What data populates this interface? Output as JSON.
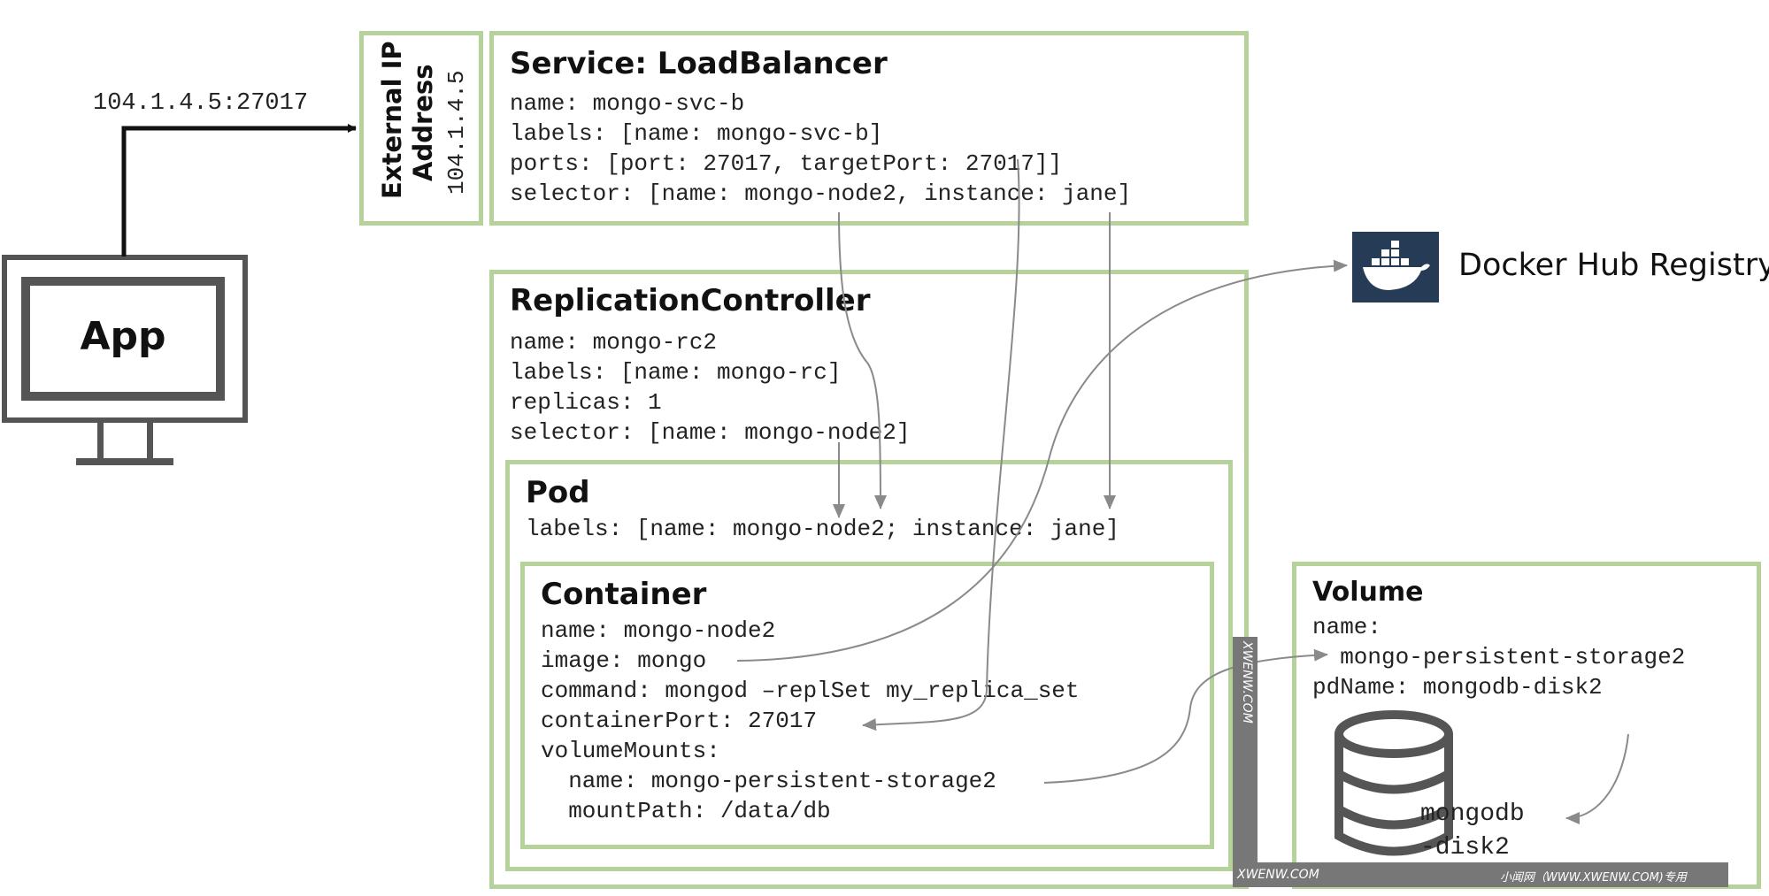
{
  "app": {
    "label": "App",
    "endpoint": "104.1.4.5:27017"
  },
  "external_ip": {
    "title_line1": "External IP",
    "title_line2": "Address",
    "ip": "104.1.4.5"
  },
  "service": {
    "title": "Service: LoadBalancer",
    "lines": [
      "name: mongo-svc-b",
      "labels: [name: mongo-svc-b]",
      "ports: [port: 27017, targetPort: 27017]]",
      "selector: [name: mongo-node2, instance: jane]"
    ]
  },
  "rc": {
    "title": "ReplicationController",
    "lines": [
      "name: mongo-rc2",
      "labels: [name: mongo-rc]",
      "replicas: 1",
      "selector: [name: mongo-node2]"
    ]
  },
  "pod": {
    "title": "Pod",
    "labels": "labels: [name: mongo-node2; instance: jane]"
  },
  "container": {
    "title": "Container",
    "lines": [
      "name: mongo-node2",
      "image: mongo",
      "command: mongod –replSet my_replica_set",
      "containerPort: 27017",
      "volumeMounts:",
      "  name: mongo-persistent-storage2",
      "  mountPath: /data/db"
    ]
  },
  "volume": {
    "title": "Volume",
    "lines": [
      "name:",
      "  mongo-persistent-storage2",
      "pdName: mongodb-disk2"
    ],
    "disk_label_1": "mongodb",
    "disk_label_2": "-disk2"
  },
  "registry": {
    "label": "Docker Hub Registry",
    "icon": "docker-whale-icon"
  },
  "watermarks": {
    "side": "XWENW.COM",
    "bottom_left": "XWENW.COM",
    "bottom_right": "小闻网（WWW.XWENW.COM)专用"
  },
  "colors": {
    "box_border": "#b5d29a",
    "arrow": "#8a8a8a",
    "docker_bg": "#263b55"
  }
}
